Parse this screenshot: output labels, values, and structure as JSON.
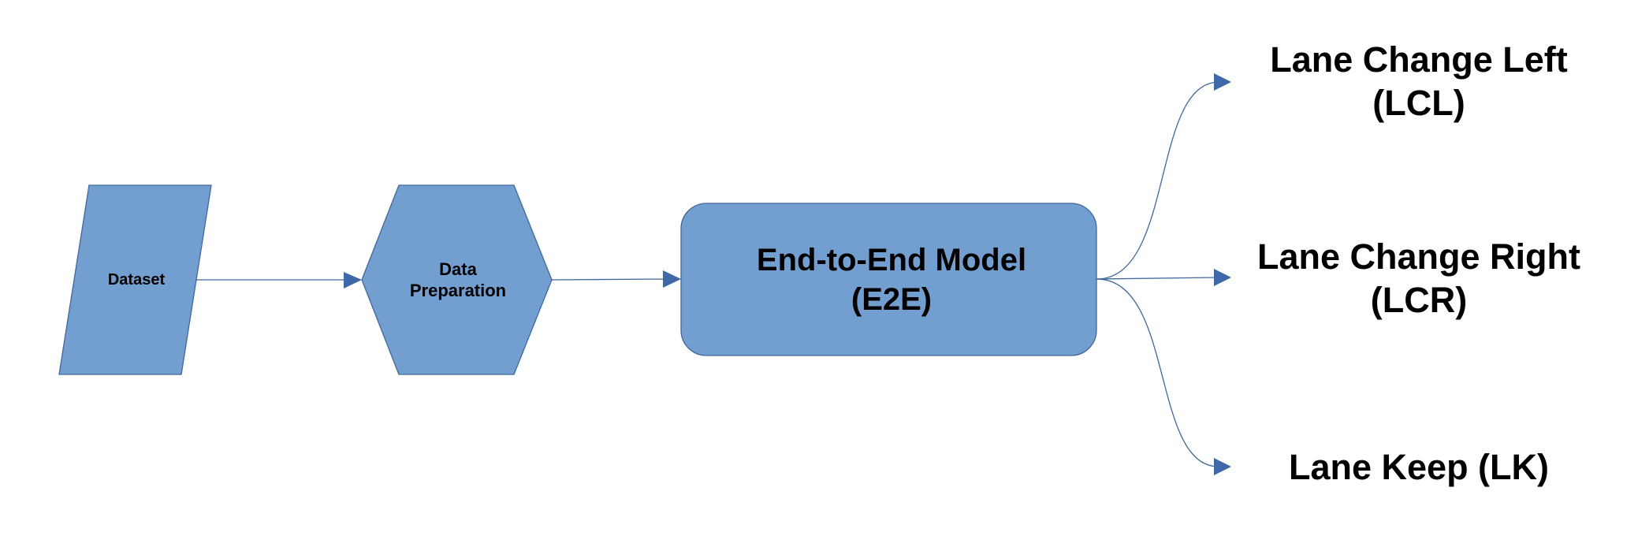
{
  "colors": {
    "node_fill": "#729fcf",
    "node_border": "#41679c",
    "edge": "#41679c",
    "arrowhead": "#3f68a8",
    "text": "#000000"
  },
  "nodes": {
    "dataset": {
      "label": "Dataset",
      "shape": "parallelogram"
    },
    "data_preparation": {
      "label": "Data\nPreparation",
      "shape": "hexagon"
    },
    "e2e_model": {
      "label": "End-to-End Model\n(E2E)",
      "shape": "rounded-rectangle"
    },
    "output_lcl": {
      "label": "Lane Change Left\n(LCL)"
    },
    "output_lcr": {
      "label": "Lane Change Right\n(LCR)"
    },
    "output_lk": {
      "label": "Lane Keep (LK)"
    }
  },
  "edges": [
    {
      "from": "dataset",
      "to": "data_preparation"
    },
    {
      "from": "data_preparation",
      "to": "e2e_model"
    },
    {
      "from": "e2e_model",
      "to": "output_lcl"
    },
    {
      "from": "e2e_model",
      "to": "output_lcr"
    },
    {
      "from": "e2e_model",
      "to": "output_lk"
    }
  ]
}
